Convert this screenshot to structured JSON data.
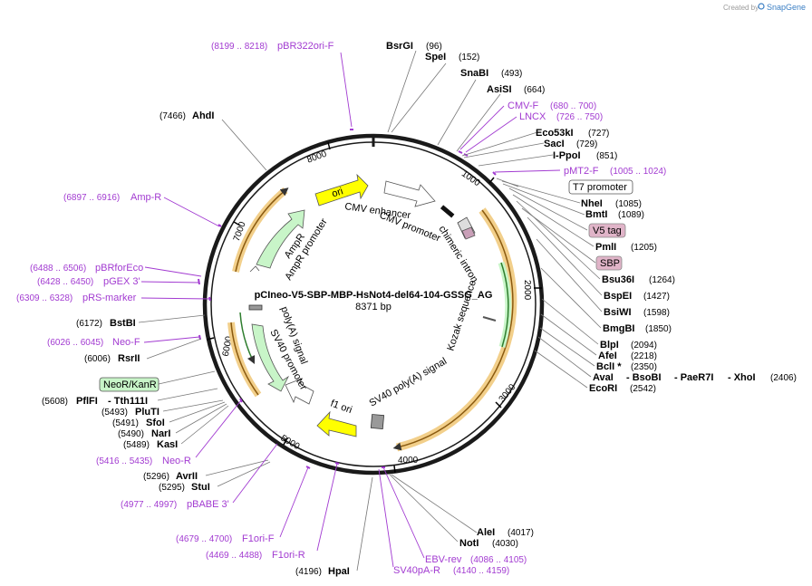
{
  "credit": {
    "created_by": "Created by",
    "brand": "SnapGene"
  },
  "plasmid": {
    "name": "pCIneo-V5-SBP-MBP-HsNot4-del64-104-GSSG_AG",
    "length": "8371 bp"
  },
  "ticks": [
    "1000",
    "2000",
    "3000",
    "4000",
    "5000",
    "6000",
    "7000",
    "8000"
  ],
  "sites": [
    {
      "name": "BsrGI",
      "pos": "(96)"
    },
    {
      "name": "SpeI",
      "pos": "(152)"
    },
    {
      "name": "SnaBI",
      "pos": "(493)"
    },
    {
      "name": "AsiSI",
      "pos": "(664)"
    },
    {
      "name": "Eco53kI",
      "pos": "(727)"
    },
    {
      "name": "SacI",
      "pos": "(729)"
    },
    {
      "name": "I-PpoI",
      "pos": "(851)"
    },
    {
      "name": "NheI",
      "pos": "(1085)"
    },
    {
      "name": "BmtI",
      "pos": "(1089)"
    },
    {
      "name": "PmlI",
      "pos": "(1205)"
    },
    {
      "name": "Bsu36I",
      "pos": "(1264)"
    },
    {
      "name": "BspEI",
      "pos": "(1427)"
    },
    {
      "name": "BsiWI",
      "pos": "(1598)"
    },
    {
      "name": "BmgBI",
      "pos": "(1850)"
    },
    {
      "name": "BlpI",
      "pos": "(2094)"
    },
    {
      "name": "AfeI",
      "pos": "(2218)"
    },
    {
      "name": "BclI *",
      "pos": "(2350)"
    },
    {
      "name": "AvaI",
      "sep1": "- BsoBI",
      "sep2": "- PaeR7I",
      "sep3": "- XhoI",
      "pos": "(2406)"
    },
    {
      "name": "EcoRI",
      "pos": "(2542)"
    },
    {
      "name": "AleI",
      "pos": "(4017)"
    },
    {
      "name": "NotI",
      "pos": "(4030)"
    },
    {
      "name": "HpaI",
      "pos": "(4196)"
    },
    {
      "name": "StuI",
      "pos": "(5295)"
    },
    {
      "name": "AvrII",
      "pos": "(5296)"
    },
    {
      "name": "KasI",
      "pos": "(5489)"
    },
    {
      "name": "NarI",
      "pos": "(5490)"
    },
    {
      "name": "SfoI",
      "pos": "(5491)"
    },
    {
      "name": "PluTI",
      "pos": "(5493)"
    },
    {
      "name": "PflFI",
      "sep1": "- Tth111I",
      "pos": "(5608)"
    },
    {
      "name": "RsrII",
      "pos": "(6006)"
    },
    {
      "name": "BstBI",
      "pos": "(6172)"
    },
    {
      "name": "AhdI",
      "pos": "(7466)"
    }
  ],
  "primers": [
    {
      "name": "pBR322ori-F",
      "pos": "(8199 .. 8218)"
    },
    {
      "name": "CMV-F",
      "pos": "(680 .. 700)"
    },
    {
      "name": "LNCX",
      "pos": "(726 .. 750)"
    },
    {
      "name": "pMT2-F",
      "pos": "(1005 .. 1024)"
    },
    {
      "name": "Amp-R",
      "pos": "(6897 .. 6916)"
    },
    {
      "name": "pBRforEco",
      "pos": "(6488 .. 6506)"
    },
    {
      "name": "pGEX 3'",
      "pos": "(6428 .. 6450)"
    },
    {
      "name": "pRS-marker",
      "pos": "(6309 .. 6328)"
    },
    {
      "name": "Neo-F",
      "pos": "(6026 .. 6045)"
    },
    {
      "name": "Neo-R",
      "pos": "(5416 .. 5435)"
    },
    {
      "name": "pBABE 3'",
      "pos": "(4977 .. 4997)"
    },
    {
      "name": "F1ori-F",
      "pos": "(4679 .. 4700)"
    },
    {
      "name": "F1ori-R",
      "pos": "(4469 .. 4488)"
    },
    {
      "name": "EBV-rev",
      "pos": "(4086 .. 4105)"
    },
    {
      "name": "SV40pA-R",
      "pos": "(4140 .. 4159)"
    }
  ],
  "boxed": {
    "t7": "T7 promoter",
    "v5": "V5 tag",
    "sbp": "SBP",
    "neokan": "NeoR/KanR"
  },
  "features": {
    "ori": "ori",
    "cmv_enhancer": "CMV enhancer",
    "cmv_promoter": "CMV promoter",
    "chimeric_intron": "chimeric intron",
    "kozak": "Kozak sequence",
    "sv40_polya": "SV40 poly(A) signal",
    "f1_ori": "f1 ori",
    "sv40_promoter": "SV40 promoter",
    "polya_signal": "poly(A) signal",
    "ampr": "AmpR",
    "ampr_promoter": "AmpR promoter"
  },
  "colors": {
    "backbone": "#1a1a1a",
    "primer": "#a23bd1",
    "ori": "#ffff00",
    "resistance": "#c8f5c8",
    "cds_outline": "#e8b04a",
    "v5_sbp_box": "#e0b4c8",
    "neokan_box": "#c8f5c8"
  }
}
